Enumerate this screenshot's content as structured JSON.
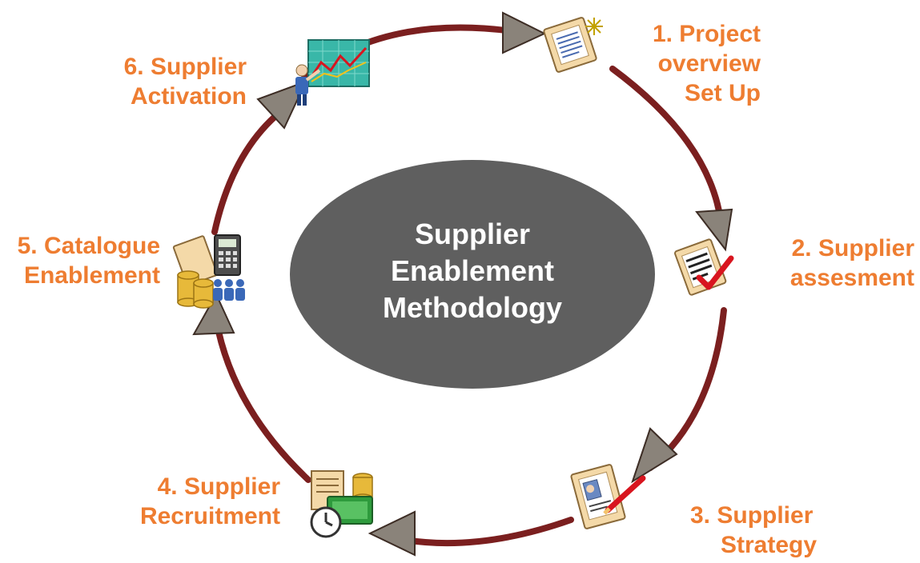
{
  "center": {
    "line1": "Supplier",
    "line2": "Enablement",
    "line3": "Methodology"
  },
  "colors": {
    "label": "#ee7d31",
    "cycle_ring": "#7b1f1f",
    "arrow_head": "#8a837a",
    "center_ellipse": "#5f5f5f"
  },
  "steps": [
    {
      "lines": [
        "1. Project",
        "overview",
        "Set Up"
      ],
      "icon": "project-document-icon"
    },
    {
      "lines": [
        "2. Supplier",
        "assesment"
      ],
      "icon": "checklist-icon"
    },
    {
      "lines": [
        "3. Supplier",
        "Strategy"
      ],
      "icon": "profile-edit-icon"
    },
    {
      "lines": [
        "4. Supplier",
        "Recruitment"
      ],
      "icon": "cash-clock-icon"
    },
    {
      "lines": [
        "5. Catalogue",
        "Enablement"
      ],
      "icon": "calculator-coins-icon"
    },
    {
      "lines": [
        "6. Supplier",
        "Activation"
      ],
      "icon": "presentation-chart-icon"
    }
  ]
}
